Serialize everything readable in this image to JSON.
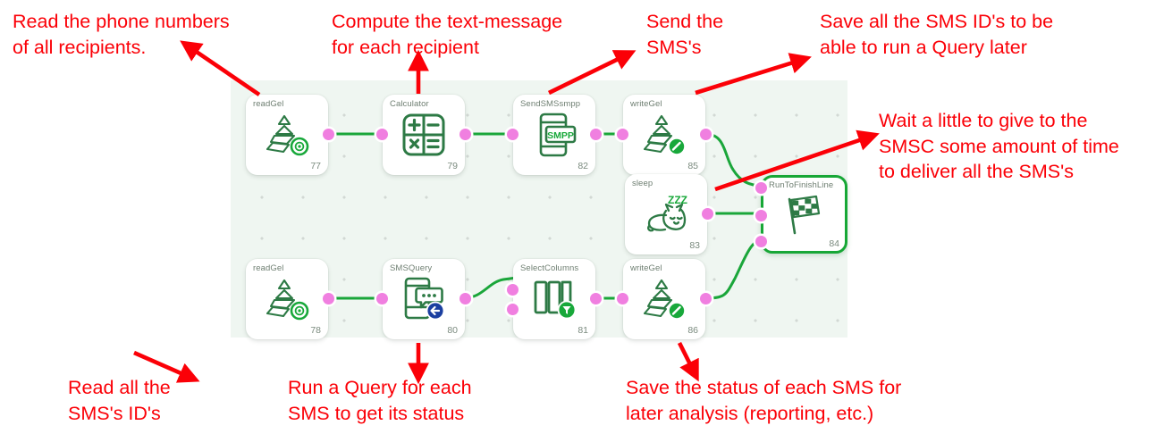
{
  "canvas": {
    "background_color": "#eff6f1",
    "dot_color": "#d2d8d4"
  },
  "colors": {
    "annotation_red": "#fb0007",
    "node_icon_green": "#2d7a45",
    "wire_green": "#1aa63a",
    "port_pink": "#f07fe0",
    "selected_border": "#17a736",
    "badge_green": "#18a83a",
    "badge_blue": "#1b3fa0",
    "node_title": "#6f7f72"
  },
  "nodes": [
    {
      "id": "n77",
      "title": "readGel",
      "number": "77",
      "icon": "gel-pyramid-read-icon",
      "selected": false
    },
    {
      "id": "n79",
      "title": "Calculator",
      "number": "79",
      "icon": "calculator-icon",
      "selected": false
    },
    {
      "id": "n82",
      "title": "SendSMSsmpp",
      "number": "82",
      "icon": "phone-smpp-icon",
      "selected": false
    },
    {
      "id": "n85",
      "title": "writeGel",
      "number": "85",
      "icon": "gel-pyramid-write-icon",
      "selected": false
    },
    {
      "id": "n83",
      "title": "sleep",
      "number": "83",
      "icon": "sleeping-cat-zzz-icon",
      "selected": false
    },
    {
      "id": "n84",
      "title": "RunToFinishLine",
      "number": "84",
      "icon": "checkered-flag-icon",
      "selected": true
    },
    {
      "id": "n78",
      "title": "readGel",
      "number": "78",
      "icon": "gel-pyramid-read-icon",
      "selected": false
    },
    {
      "id": "n80",
      "title": "SMSQuery",
      "number": "80",
      "icon": "sms-query-icon",
      "selected": false
    },
    {
      "id": "n81",
      "title": "SelectColumns",
      "number": "81",
      "icon": "select-columns-icon",
      "selected": false
    },
    {
      "id": "n86",
      "title": "writeGel",
      "number": "86",
      "icon": "gel-pyramid-write-icon",
      "selected": false
    }
  ],
  "annotations": [
    {
      "id": "a1",
      "text": "Read the phone numbers\nof all recipients.",
      "target": "readGel 77"
    },
    {
      "id": "a2",
      "text": "Compute the text-message\nfor each recipient",
      "target": "Calculator 79"
    },
    {
      "id": "a3",
      "text": "Send the\nSMS's",
      "target": "SendSMSsmpp 82"
    },
    {
      "id": "a4",
      "text": "Save all the SMS ID's to be\nable to run a Query later",
      "target": "writeGel 85"
    },
    {
      "id": "a5",
      "text": "Wait a little to give to the\nSMSC some amount of time\nto deliver all the SMS's",
      "target": "sleep 83"
    },
    {
      "id": "a6",
      "text": "Read all the\nSMS's ID's",
      "target": "readGel 78"
    },
    {
      "id": "a7",
      "text": "Run a Query for each\nSMS to get its status",
      "target": "SMSQuery 80"
    },
    {
      "id": "a8",
      "text": "Save the status of each SMS for\nlater analysis (reporting, etc.)",
      "target": "writeGel 86"
    }
  ]
}
